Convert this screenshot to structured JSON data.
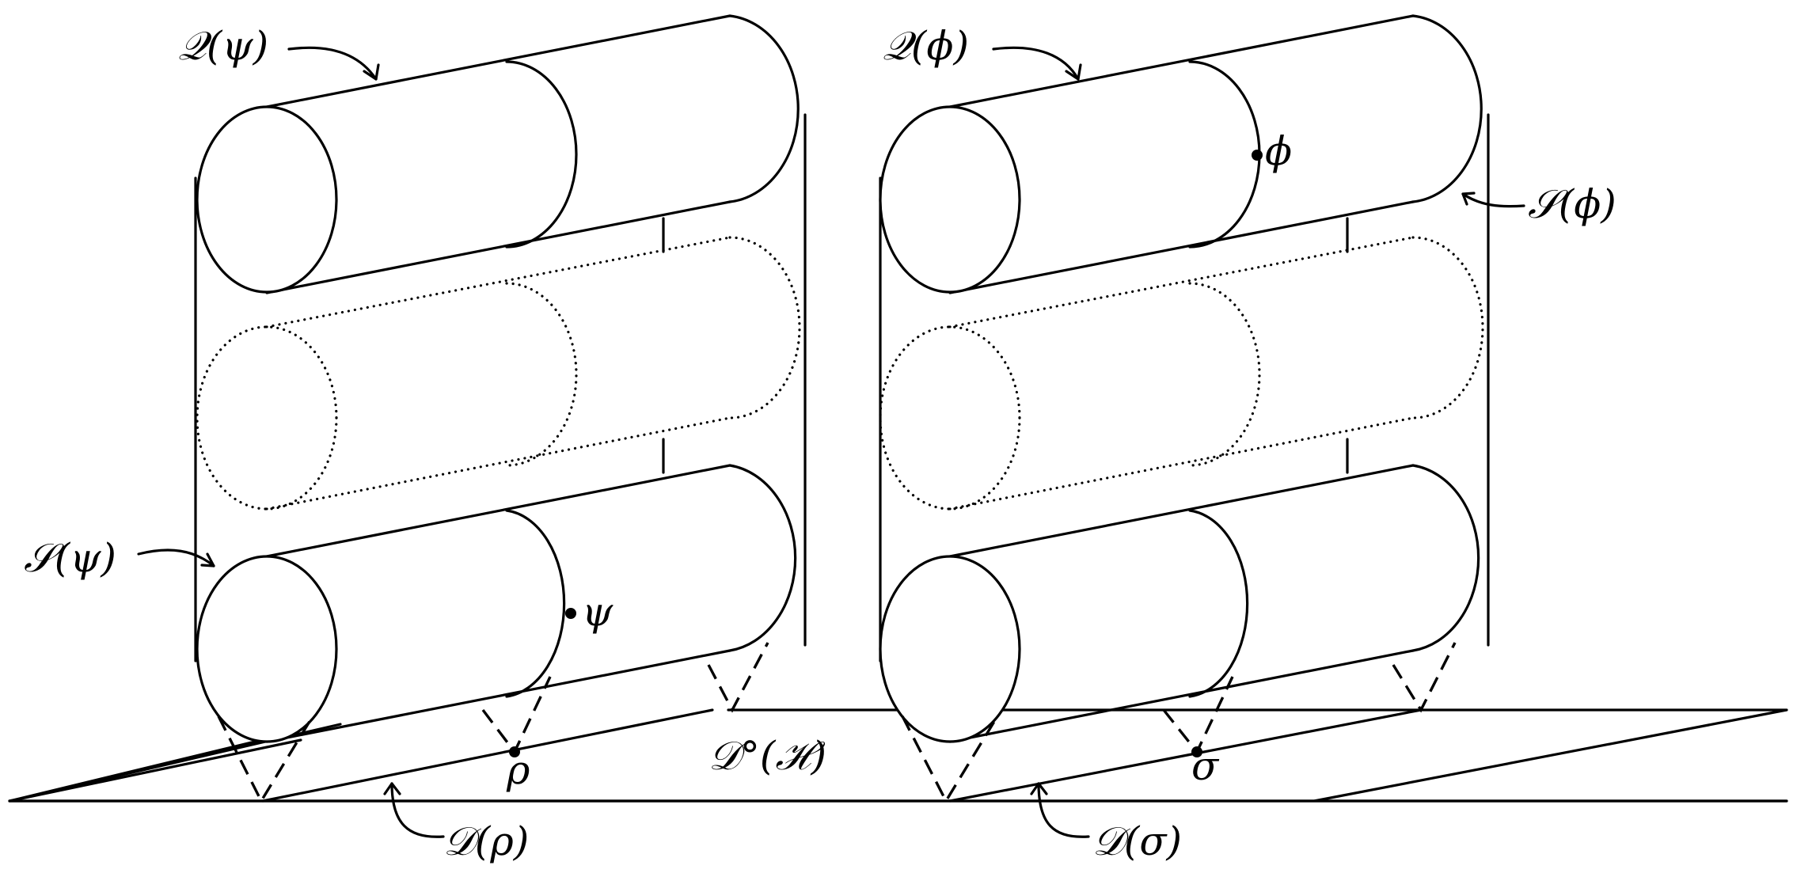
{
  "labels": {
    "Q_psi": "𝒬(ψ)",
    "Q_phi": "𝒬(ϕ)",
    "S_psi": "𝒮(ψ)",
    "S_phi": "𝒮(ϕ)",
    "psi": "ψ",
    "phi": "ϕ",
    "rho": "ρ",
    "sigma": "σ",
    "D_rho": "𝒟(ρ)",
    "D_sigma": "𝒟(σ)",
    "D_circ_H": "𝒟°(ℋ)"
  }
}
